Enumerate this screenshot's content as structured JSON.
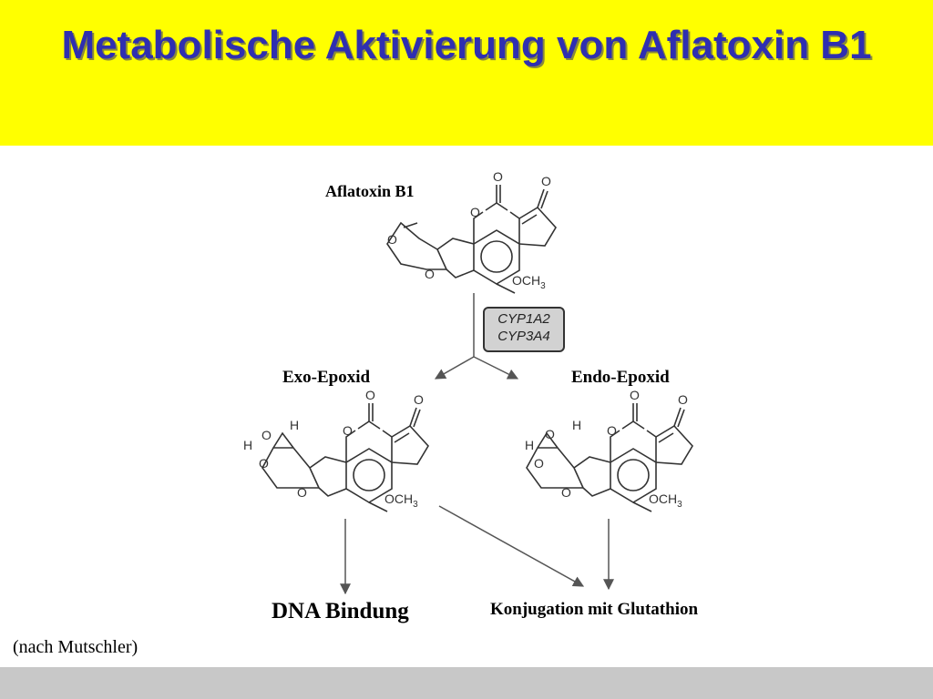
{
  "slide": {
    "title": "Metabolische Aktivierung von Aflatoxin B1",
    "source": "(nach Mutschler)"
  },
  "scheme": {
    "start_compound": "Aflatoxin B1",
    "enzymes": [
      "CYP1A2",
      "CYP3A4"
    ],
    "products": [
      "Exo-Epoxid",
      "Endo-Epoxid"
    ],
    "outcomes": [
      "DNA Bindung",
      "Konjugation mit Glutathion"
    ],
    "atoms": {
      "oxygen": "O",
      "hydrogen": "H",
      "methoxy": "OCH",
      "methoxy_subscript": "3"
    }
  },
  "colors": {
    "header_bg": "#ffff00",
    "title_text": "#2f2fb0",
    "footer_bar": "#c8c8c8"
  }
}
